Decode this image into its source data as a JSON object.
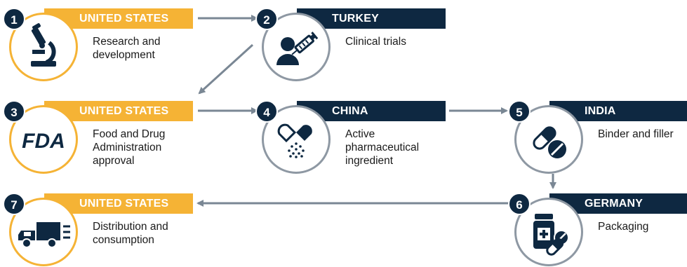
{
  "colors": {
    "gold": "#F5B335",
    "navy": "#0E2841",
    "arrow": "#7A8794",
    "grey_ring": "#8E98A3"
  },
  "steps": [
    {
      "number": "1",
      "country": "UNITED STATES",
      "lines": [
        "Research and",
        "development"
      ],
      "icon": "microscope-icon"
    },
    {
      "number": "2",
      "country": "TURKEY",
      "lines": [
        "Clinical trials"
      ],
      "icon": "patient-syringe-icon"
    },
    {
      "number": "3",
      "country": "UNITED STATES",
      "lines": [
        "Food and Drug",
        "Administration",
        "approval"
      ],
      "icon": "fda-logo-icon",
      "logo_text": "FDA"
    },
    {
      "number": "4",
      "country": "CHINA",
      "lines": [
        "Active",
        "pharmaceutical",
        "ingredient"
      ],
      "icon": "capsule-powder-icon"
    },
    {
      "number": "5",
      "country": "INDIA",
      "lines": [
        "Binder and filler"
      ],
      "icon": "pills-icon"
    },
    {
      "number": "6",
      "country": "GERMANY",
      "lines": [
        "Packaging"
      ],
      "icon": "pill-bottle-icon"
    },
    {
      "number": "7",
      "country": "UNITED STATES",
      "lines": [
        "Distribution and",
        "consumption"
      ],
      "icon": "delivery-truck-icon"
    }
  ]
}
